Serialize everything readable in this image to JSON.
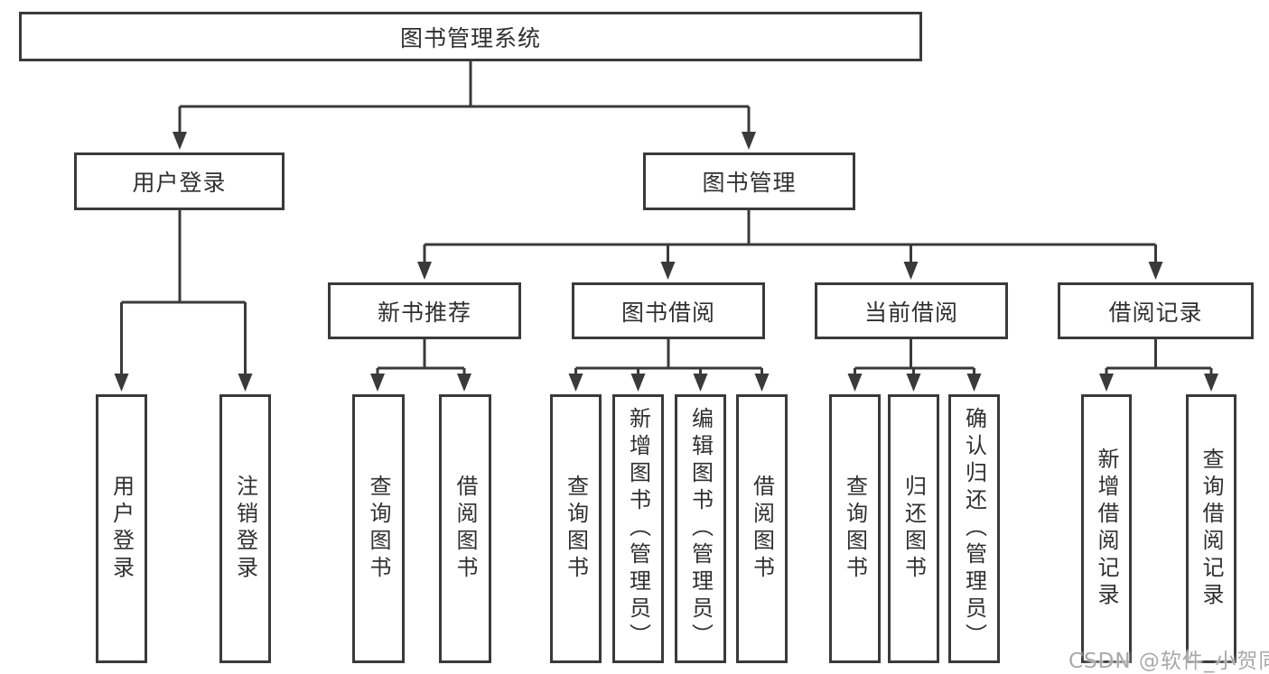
{
  "diagram": {
    "root": {
      "label": "图书管理系统"
    },
    "level2": [
      {
        "label": "用户登录"
      },
      {
        "label": "图书管理"
      }
    ],
    "level3": [
      {
        "label": "新书推荐"
      },
      {
        "label": "图书借阅"
      },
      {
        "label": "当前借阅"
      },
      {
        "label": "借阅记录"
      }
    ],
    "leaves": [
      {
        "label": "用户登录"
      },
      {
        "label": "注销登录"
      },
      {
        "label": "查询图书"
      },
      {
        "label": "借阅图书"
      },
      {
        "label": "查询图书"
      },
      {
        "label": "新增图书（管理员）"
      },
      {
        "label": "编辑图书（管理员）"
      },
      {
        "label": "借阅图书"
      },
      {
        "label": "查询图书"
      },
      {
        "label": "归还图书"
      },
      {
        "label": "确认归还（管理员）"
      },
      {
        "label": "新增借阅记录"
      },
      {
        "label": "查询借阅记录"
      }
    ]
  },
  "watermark": {
    "text": "CSDN @软件_小贺同学"
  },
  "colors": {
    "line": "#3a3a3a",
    "text": "#303030",
    "watermark": "#a9a9a9",
    "background": "#ffffff"
  }
}
